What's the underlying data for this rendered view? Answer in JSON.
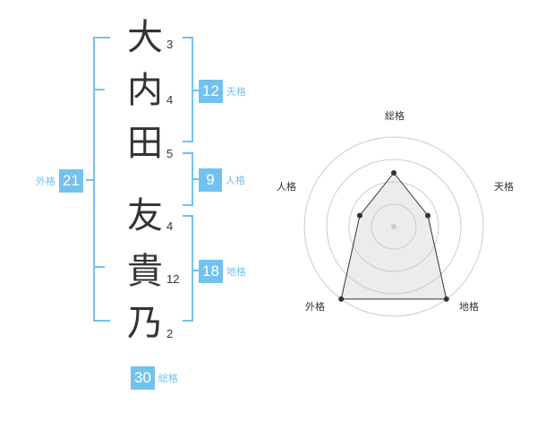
{
  "name": {
    "characters": [
      {
        "char": "大",
        "strokes": "3"
      },
      {
        "char": "内",
        "strokes": "4"
      },
      {
        "char": "田",
        "strokes": "5"
      },
      {
        "char": "友",
        "strokes": "4"
      },
      {
        "char": "貴",
        "strokes": "12"
      },
      {
        "char": "乃",
        "strokes": "2"
      }
    ]
  },
  "fortunes": {
    "tenkaku": {
      "value": "12",
      "label": "天格"
    },
    "jinkaku": {
      "value": "9",
      "label": "人格"
    },
    "chikaku": {
      "value": "18",
      "label": "地格"
    },
    "gaikaku": {
      "value": "21",
      "label": "外格"
    },
    "soukaku": {
      "value": "30",
      "label": "総格"
    }
  },
  "colors": {
    "accent": "#73c1ee",
    "text": "#333333",
    "grid": "#cccccc"
  },
  "chart_data": {
    "type": "radar",
    "axes": [
      "総格",
      "天格",
      "地格",
      "外格",
      "人格"
    ],
    "values": [
      0.6,
      0.4,
      1.0,
      1.0,
      0.4
    ],
    "rings": 4,
    "grid": true
  }
}
